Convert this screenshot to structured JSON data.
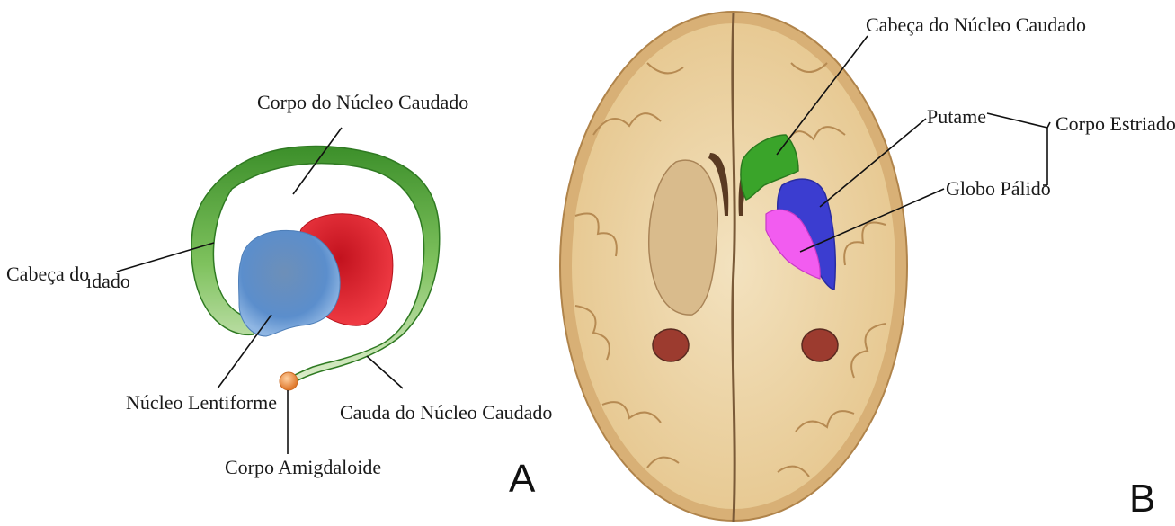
{
  "panel_a": {
    "letter": "A",
    "labels": {
      "body_of_caudate": "Corpo do Núcleo Caudado",
      "head_of_caudate_start": "Cabeça do",
      "head_of_caudate_end": "ıdado",
      "lentiform_nucleus": "Núcleo Lentiforme",
      "tail_of_caudate": "Cauda do Núcleo Caudado",
      "amygdala": "Corpo Amigdaloide"
    }
  },
  "panel_b": {
    "letter": "B",
    "labels": {
      "head_of_caudate": "Cabeça do Núcleo Caudado",
      "putamen": "Putame",
      "corpus_striatum": "Corpo Estriado",
      "globus_pallidus": "Globo Pálido"
    }
  },
  "colors": {
    "caudate": "#3f9a2c",
    "lentiform": "#5a8fcf",
    "putamen_3d": "#e3202b",
    "amygdala": "#e98b3f",
    "putamen_slice": "#3b3dd0",
    "pallidus_slice": "#f25cf0",
    "brain_tissue": "#e9cf9e",
    "cortex_edge": "#c69a5f"
  }
}
